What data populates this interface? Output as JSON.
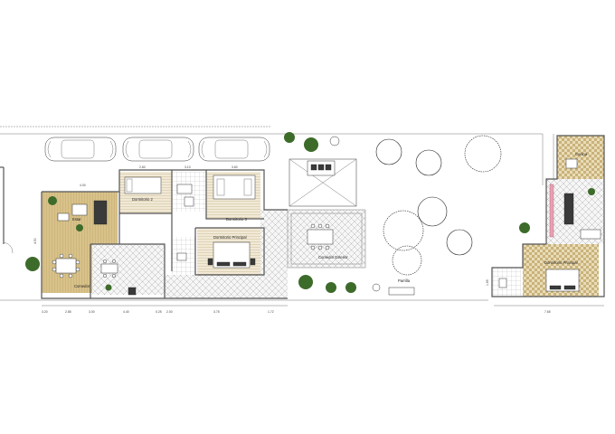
{
  "rooms": {
    "estar": "Estar",
    "comedor": "Comedor",
    "dormitorio2": "Dormitorio 2",
    "dormitorio3": "Dormitorio 3",
    "dormitorio_principal": "Dormitorio Principal",
    "comedor_exterior": "Comedor Exterior",
    "parrilla": "Parrilla",
    "cocina_annex": "Cocina",
    "dormitorio_principal_annex": "Dormitorio Principal"
  },
  "dimensions": {
    "bottom": [
      "3.20",
      "2.85",
      "3.00",
      "4.40",
      "0.25",
      "2.00",
      "3.75",
      "1.72"
    ],
    "top": [
      "4.00",
      "2.60",
      "3.10",
      "3.60"
    ],
    "left": [
      "4.50"
    ],
    "annex_left": [
      "1.65"
    ],
    "annex_bottom": [
      "7.65"
    ]
  },
  "colors": {
    "wood_floor": "#d8c28a",
    "wood_stripe": "#b59c5c",
    "tile": "#f4f4f4",
    "wall": "#555555",
    "plant": "#3d6b2a",
    "accent_pink": "#e8a0b4"
  },
  "icons": {
    "car": "car-icon",
    "tree": "tree-icon",
    "plant": "plant-icon",
    "bed": "bed-icon",
    "sofa": "sofa-icon",
    "dining_table": "dining-table-icon"
  }
}
